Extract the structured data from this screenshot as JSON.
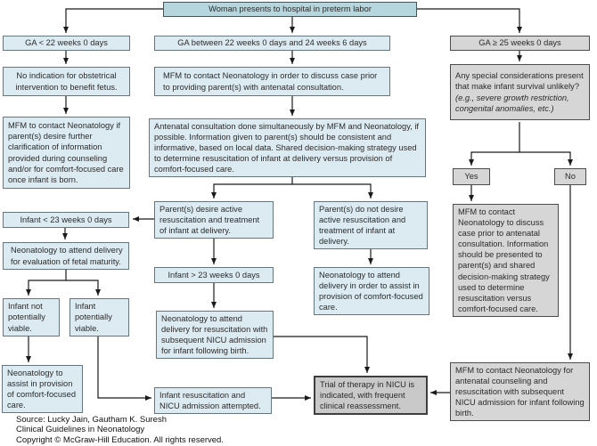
{
  "figure": {
    "title": "Woman presents to hospital in preterm labor",
    "colors": {
      "header_fill": "#b5d6dd",
      "pathway_fill": "#dcebf2",
      "alert_fill": "#d6d6d6",
      "trial_fill": "#c9c9c9",
      "line": "#1a1a1a"
    },
    "nodes": {
      "header": "Woman presents to hospital in preterm labor",
      "ga_lt22": "GA < 22 weeks 0 days",
      "ga_22_24": "GA between 22 weeks 0 days and 24 weeks 6 days",
      "ga_ge25": "GA ≥ 25 weeks 0 days",
      "no_indication": "No indication for obstetrical intervention to benefit fetus.",
      "mfm_contact_neo": "MFM to contact Neonatology in order to discuss case prior to providing parent(s) with antenatal consultation.",
      "mfm_clarify": "MFM to contact Neonatology if parent(s) desire further clarification of information provided during counseling and/or for comfort-focused care once infant is born.",
      "antenatal": "Antenatal consultation done simultaneously by MFM and Neonatology, if possible. Information given to parent(s) should be consistent and informative, based on local data. Shared decision-making strategy used to determine resuscitation of infant at delivery versus provision of comfort-focused care.",
      "any_special": "Any special considerations present that make infant survival unlikely?",
      "any_special_example": "(e.g., severe growth restriction, congenital anomalies, etc.)",
      "yes": "Yes",
      "no": "No",
      "mfm_discuss": "MFM to contact Neonatology to discuss case prior to antenatal consultation. Information should be presented to parent(s) and shared decision-making strategy used to determine resuscitation versus comfort-focused care.",
      "parents_desire": "Parent(s) desire active resuscitation and treatment of infant at delivery.",
      "parents_no_desire": "Parent(s) do not desire active resuscitation and treatment of infant at delivery.",
      "infant_lt23": "Infant < 23 weeks 0 days",
      "neo_attend_eval": "Neonatology to attend delivery for evaluation of fetal maturity.",
      "infant_not_viable": "Infant not potentially viable.",
      "infant_viable": "Infant potentially viable.",
      "infant_gt23": "Infant > 23 weeks 0 days",
      "neo_attend_resus": "Neonatology to attend delivery for resuscitation with subsequent NICU admission for infant following birth.",
      "neo_comfort_mid": "Neonatology to attend delivery in order to assist in provision of comfort-focused care.",
      "neo_assist_comfort": "Neonatology to assist in provision of comfort-focused care.",
      "infant_resus_attempted": "Infant resuscitation and NICU admission attempted.",
      "trial_nicu": "Trial of therapy in NICU is indicated, with frequent clinical reassessment.",
      "mfm_counseling": "MFM to contact Neonatology for antenatal counseling and resuscitation with subsequent NICU admission for infant following birth."
    },
    "edges": [
      {
        "from": "header",
        "to": "ga_lt22"
      },
      {
        "from": "header",
        "to": "ga_22_24"
      },
      {
        "from": "header",
        "to": "ga_ge25"
      },
      {
        "from": "ga_lt22",
        "to": "no_indication"
      },
      {
        "from": "no_indication",
        "to": "mfm_clarify"
      },
      {
        "from": "ga_22_24",
        "to": "mfm_contact_neo"
      },
      {
        "from": "mfm_contact_neo",
        "to": "antenatal"
      },
      {
        "from": "antenatal",
        "to": "parents_desire"
      },
      {
        "from": "antenatal",
        "to": "parents_no_desire"
      },
      {
        "from": "ga_ge25",
        "to": "any_special"
      },
      {
        "from": "any_special",
        "to": "yes"
      },
      {
        "from": "any_special",
        "to": "no"
      },
      {
        "from": "yes",
        "to": "mfm_discuss"
      },
      {
        "from": "no",
        "to": "mfm_counseling"
      },
      {
        "from": "parents_desire",
        "to": "infant_lt23"
      },
      {
        "from": "parents_desire",
        "to": "infant_gt23"
      },
      {
        "from": "infant_lt23",
        "to": "neo_attend_eval"
      },
      {
        "from": "neo_attend_eval",
        "to": "infant_not_viable"
      },
      {
        "from": "neo_attend_eval",
        "to": "infant_viable"
      },
      {
        "from": "infant_not_viable",
        "to": "neo_assist_comfort"
      },
      {
        "from": "infant_viable",
        "to": "infant_resus_attempted"
      },
      {
        "from": "infant_gt23",
        "to": "neo_attend_resus"
      },
      {
        "from": "parents_no_desire",
        "to": "neo_comfort_mid"
      },
      {
        "from": "neo_attend_resus",
        "to": "trial_nicu"
      },
      {
        "from": "infant_resus_attempted",
        "to": "trial_nicu"
      },
      {
        "from": "mfm_counseling",
        "to": "trial_nicu"
      }
    ],
    "footer": {
      "source": "Source: Lucky Jain, Gautham K. Suresh",
      "book": "Clinical Guidelines in Neonatology",
      "copyright": "Copyright © McGraw-Hill Education. All rights reserved."
    }
  }
}
